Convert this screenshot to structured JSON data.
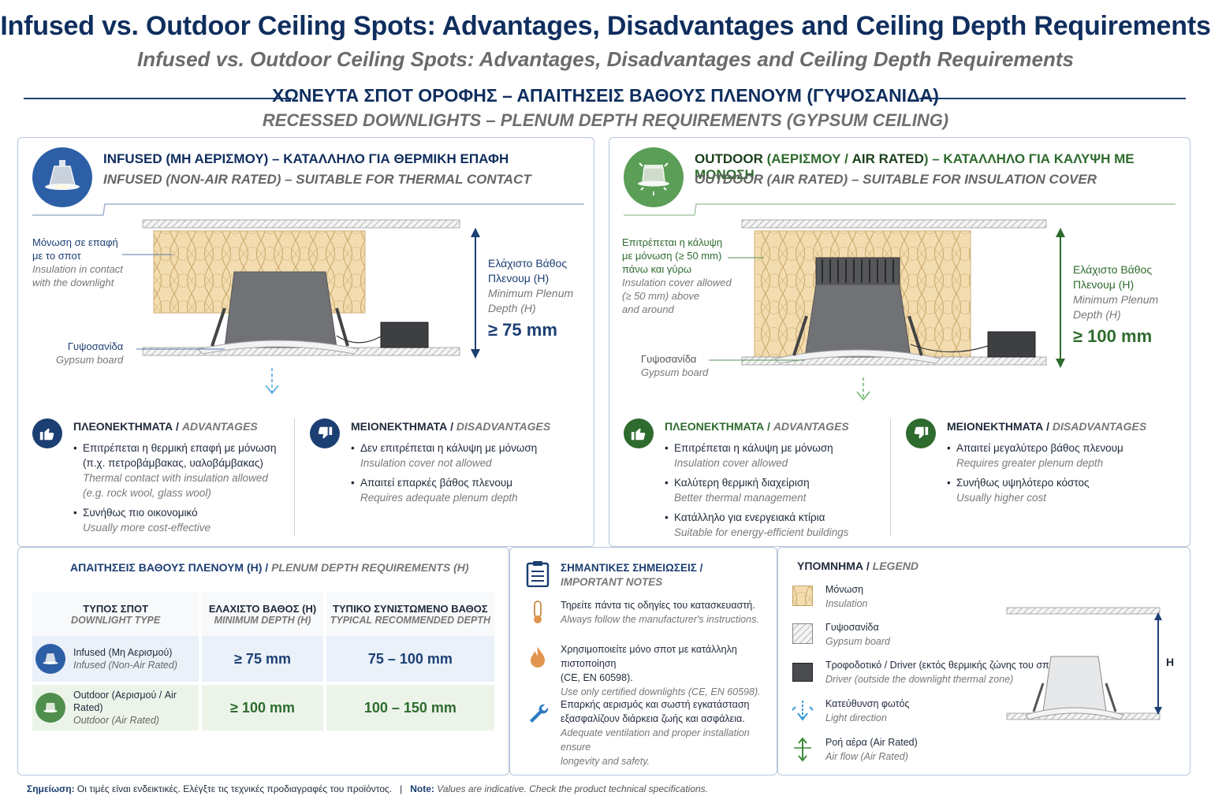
{
  "header": {
    "title": "Infused vs. Outdoor Ceiling Spots: Advantages, Disadvantages and Ceiling Depth Requirements",
    "subtitle": "Infused vs. Outdoor Ceiling Spots: Advantages, Disadvantages and Ceiling Depth Requirements",
    "section_gr": "ΧΩΝΕΥΤΑ ΣΠΟΤ ΟΡΟΦΗΣ – ΑΠΑΙΤΗΣΕΙΣ ΒΑΘΟΥΣ ΠΛΕΝΟΥΜ (ΓΥΨΟΣΑΝΙΔΑ)",
    "section_en": "RECESSED DOWNLIGHTS – PLENUM DEPTH REQUIREMENTS (GYPSUM CEILING)"
  },
  "colors": {
    "navy": "#0f2e5e",
    "blue_accent": "#1c3f73",
    "green_accent": "#2e6b2e",
    "insulation": "#f1dcaa",
    "panel_border": "#b7c6da"
  },
  "infused": {
    "title_strong": "INFUSED",
    "title_rest": " (ΜΗ ΑΕΡΙΣΜΟΥ) – ΚΑΤΑΛΛΗΛΟ ΓΙΑ ΘΕΡΜΙΚΗ ΕΠΑΦΗ",
    "subtitle": "INFUSED (NON-AIR RATED) – SUITABLE FOR THERMAL CONTACT",
    "insulation_gr": "Μόνωση σε επαφή\nμε το σποτ",
    "insulation_en": "Insulation in contact\nwith the downlight",
    "gypsum_gr": "Γυψοσανίδα",
    "gypsum_en": "Gypsum board",
    "depth_gr": "Ελάχιστο Βάθος\nΠλενουμ (H)",
    "depth_en": "Minimum Plenum\nDepth (H)",
    "depth_value": "≥ 75 mm",
    "adv_head_gr": "ΠΛΕΟΝΕΚΤΗΜΑΤΑ",
    "adv_head_en": "ADVANTAGES",
    "advantages": [
      {
        "gr": "Επιτρέπεται η θερμική επαφή με μόνωση\n(π.χ. πετροβάμβακας, υαλοβάμβακας)",
        "en": "Thermal contact with insulation allowed\n(e.g. rock wool, glass wool)"
      },
      {
        "gr": "Συνήθως πιο οικονομικό",
        "en": "Usually more cost-effective"
      }
    ],
    "dis_head_gr": "ΜΕΙΟΝΕΚΤΗΜΑΤΑ",
    "dis_head_en": "DISADVANTAGES",
    "disadvantages": [
      {
        "gr": "Δεν επιτρέπεται η κάλυψη με μόνωση",
        "en": "Insulation cover not allowed"
      },
      {
        "gr": "Απαιτεί επαρκές βάθος πλενουμ",
        "en": "Requires adequate plenum depth"
      }
    ]
  },
  "outdoor": {
    "title_strong": "OUTDOOR",
    "title_mid": " (ΑΕΡΙΣΜΟΥ / ",
    "title_strong2": "AIR RATED",
    "title_rest": ") – ΚΑΤΑΛΛΗΛΟ ΓΙΑ ΚΑΛΥΨΗ ΜΕ ΜΟΝΩΣΗ",
    "subtitle": "OUTDOOR (AIR RATED) – SUITABLE FOR INSULATION COVER",
    "insulation_gr": "Επιτρέπεται η κάλυψη\nμε μόνωση (≥ 50 mm)\nπάνω και γύρω",
    "insulation_en": "Insulation cover allowed\n(≥ 50 mm) above\nand around",
    "gypsum_gr": "Γυψοσανίδα",
    "gypsum_en": "Gypsum board",
    "depth_gr": "Ελάχιστο Βάθος\nΠλενουμ (H)",
    "depth_en": "Minimum Plenum\nDepth (H)",
    "depth_value": "≥ 100 mm",
    "adv_head_gr": "ΠΛΕΟΝΕΚΤΗΜΑΤΑ",
    "adv_head_en": "ADVANTAGES",
    "advantages": [
      {
        "gr": "Επιτρέπεται η κάλυψη με μόνωση",
        "en": "Insulation cover allowed"
      },
      {
        "gr": "Καλύτερη θερμική διαχείριση",
        "en": "Better thermal management"
      },
      {
        "gr": "Κατάλληλο για ενεργειακά κτίρια",
        "en": "Suitable for energy-efficient buildings"
      }
    ],
    "dis_head_gr": "ΜΕΙΟΝΕΚΤΗΜΑΤΑ",
    "dis_head_en": "DISADVANTAGES",
    "disadvantages": [
      {
        "gr": "Απαιτεί μεγαλύτερο βάθος πλενουμ",
        "en": "Requires greater plenum depth"
      },
      {
        "gr": "Συνήθως υψηλότερο κόστος",
        "en": "Usually higher cost"
      }
    ]
  },
  "requirements": {
    "title_gr": "ΑΠΑΙΤΗΣΕΙΣ ΒΑΘΟΥΣ ΠΛΕΝΟΥΜ (H)",
    "title_en": "PLENUM DEPTH REQUIREMENTS (H)",
    "col1_gr": "ΤΥΠΟΣ ΣΠΟΤ",
    "col1_en": "DOWNLIGHT TYPE",
    "col2_gr": "ΕΛΑΧΙΣΤΟ ΒΑΘΟΣ (H)",
    "col2_en": "MINIMUM DEPTH (H)",
    "col3_gr": "ΤΥΠΙΚΟ ΣΥΝΙΣΤΩΜΕΝΟ ΒΑΘΟΣ",
    "col3_en": "TYPICAL RECOMMENDED DEPTH",
    "rows": [
      {
        "name_gr": "Infused (Μη Αερισμού)",
        "name_en": "Infused (Non-Air Rated)",
        "min": "≥ 75 mm",
        "typical": "75 – 100 mm"
      },
      {
        "name_gr": "Outdoor (Αερισμού / Air Rated)",
        "name_en": "Outdoor (Air Rated)",
        "min": "≥ 100 mm",
        "typical": "100 – 150 mm"
      }
    ]
  },
  "notes": {
    "title_gr": "ΣΗΜΑΝΤΙΚΕΣ ΣΗΜΕΙΩΣΕΙΣ /",
    "title_en": "IMPORTANT NOTES",
    "items": [
      {
        "gr": "Τηρείτε πάντα τις οδηγίες του κατασκευαστή.",
        "en": "Always follow the manufacturer's instructions."
      },
      {
        "gr": "Χρησιμοποιείτε μόνο σποτ με κατάλληλη πιστοποίηση\n(CE, EN 60598).",
        "en": "Use only certified downlights (CE, EN 60598)."
      },
      {
        "gr": "Επαρκής αερισμός και σωστή εγκατάσταση\nεξασφαλίζουν διάρκεια ζωής και ασφάλεια.",
        "en": "Adequate ventilation and proper installation ensure\nlongevity and safety."
      }
    ]
  },
  "legend": {
    "title_gr": "ΥΠΟΜΝΗΜΑ",
    "title_en": "LEGEND",
    "items": [
      {
        "gr": "Μόνωση",
        "en": "Insulation"
      },
      {
        "gr": "Γυψοσανίδα",
        "en": "Gypsum board"
      },
      {
        "gr": "Τροφοδοτικό / Driver (εκτός θερμικής ζώνης του σποτ)",
        "en": "Driver (outside the downlight thermal zone)"
      },
      {
        "gr": "Κατεύθυνση φωτός",
        "en": "Light direction"
      },
      {
        "gr": "Ροή αέρα (Air Rated)",
        "en": "Air flow (Air Rated)"
      }
    ],
    "h_label": "H"
  },
  "footer": {
    "gr_label": "Σημείωση:",
    "gr_text": " Οι τιμές είναι ενδεικτικές. Ελέγξτε τις τεχνικές προδιαγραφές του προϊόντος.",
    "separator": "   |   ",
    "en_label": "Note:",
    "en_text": " Values are indicative. Check the product technical specifications."
  }
}
